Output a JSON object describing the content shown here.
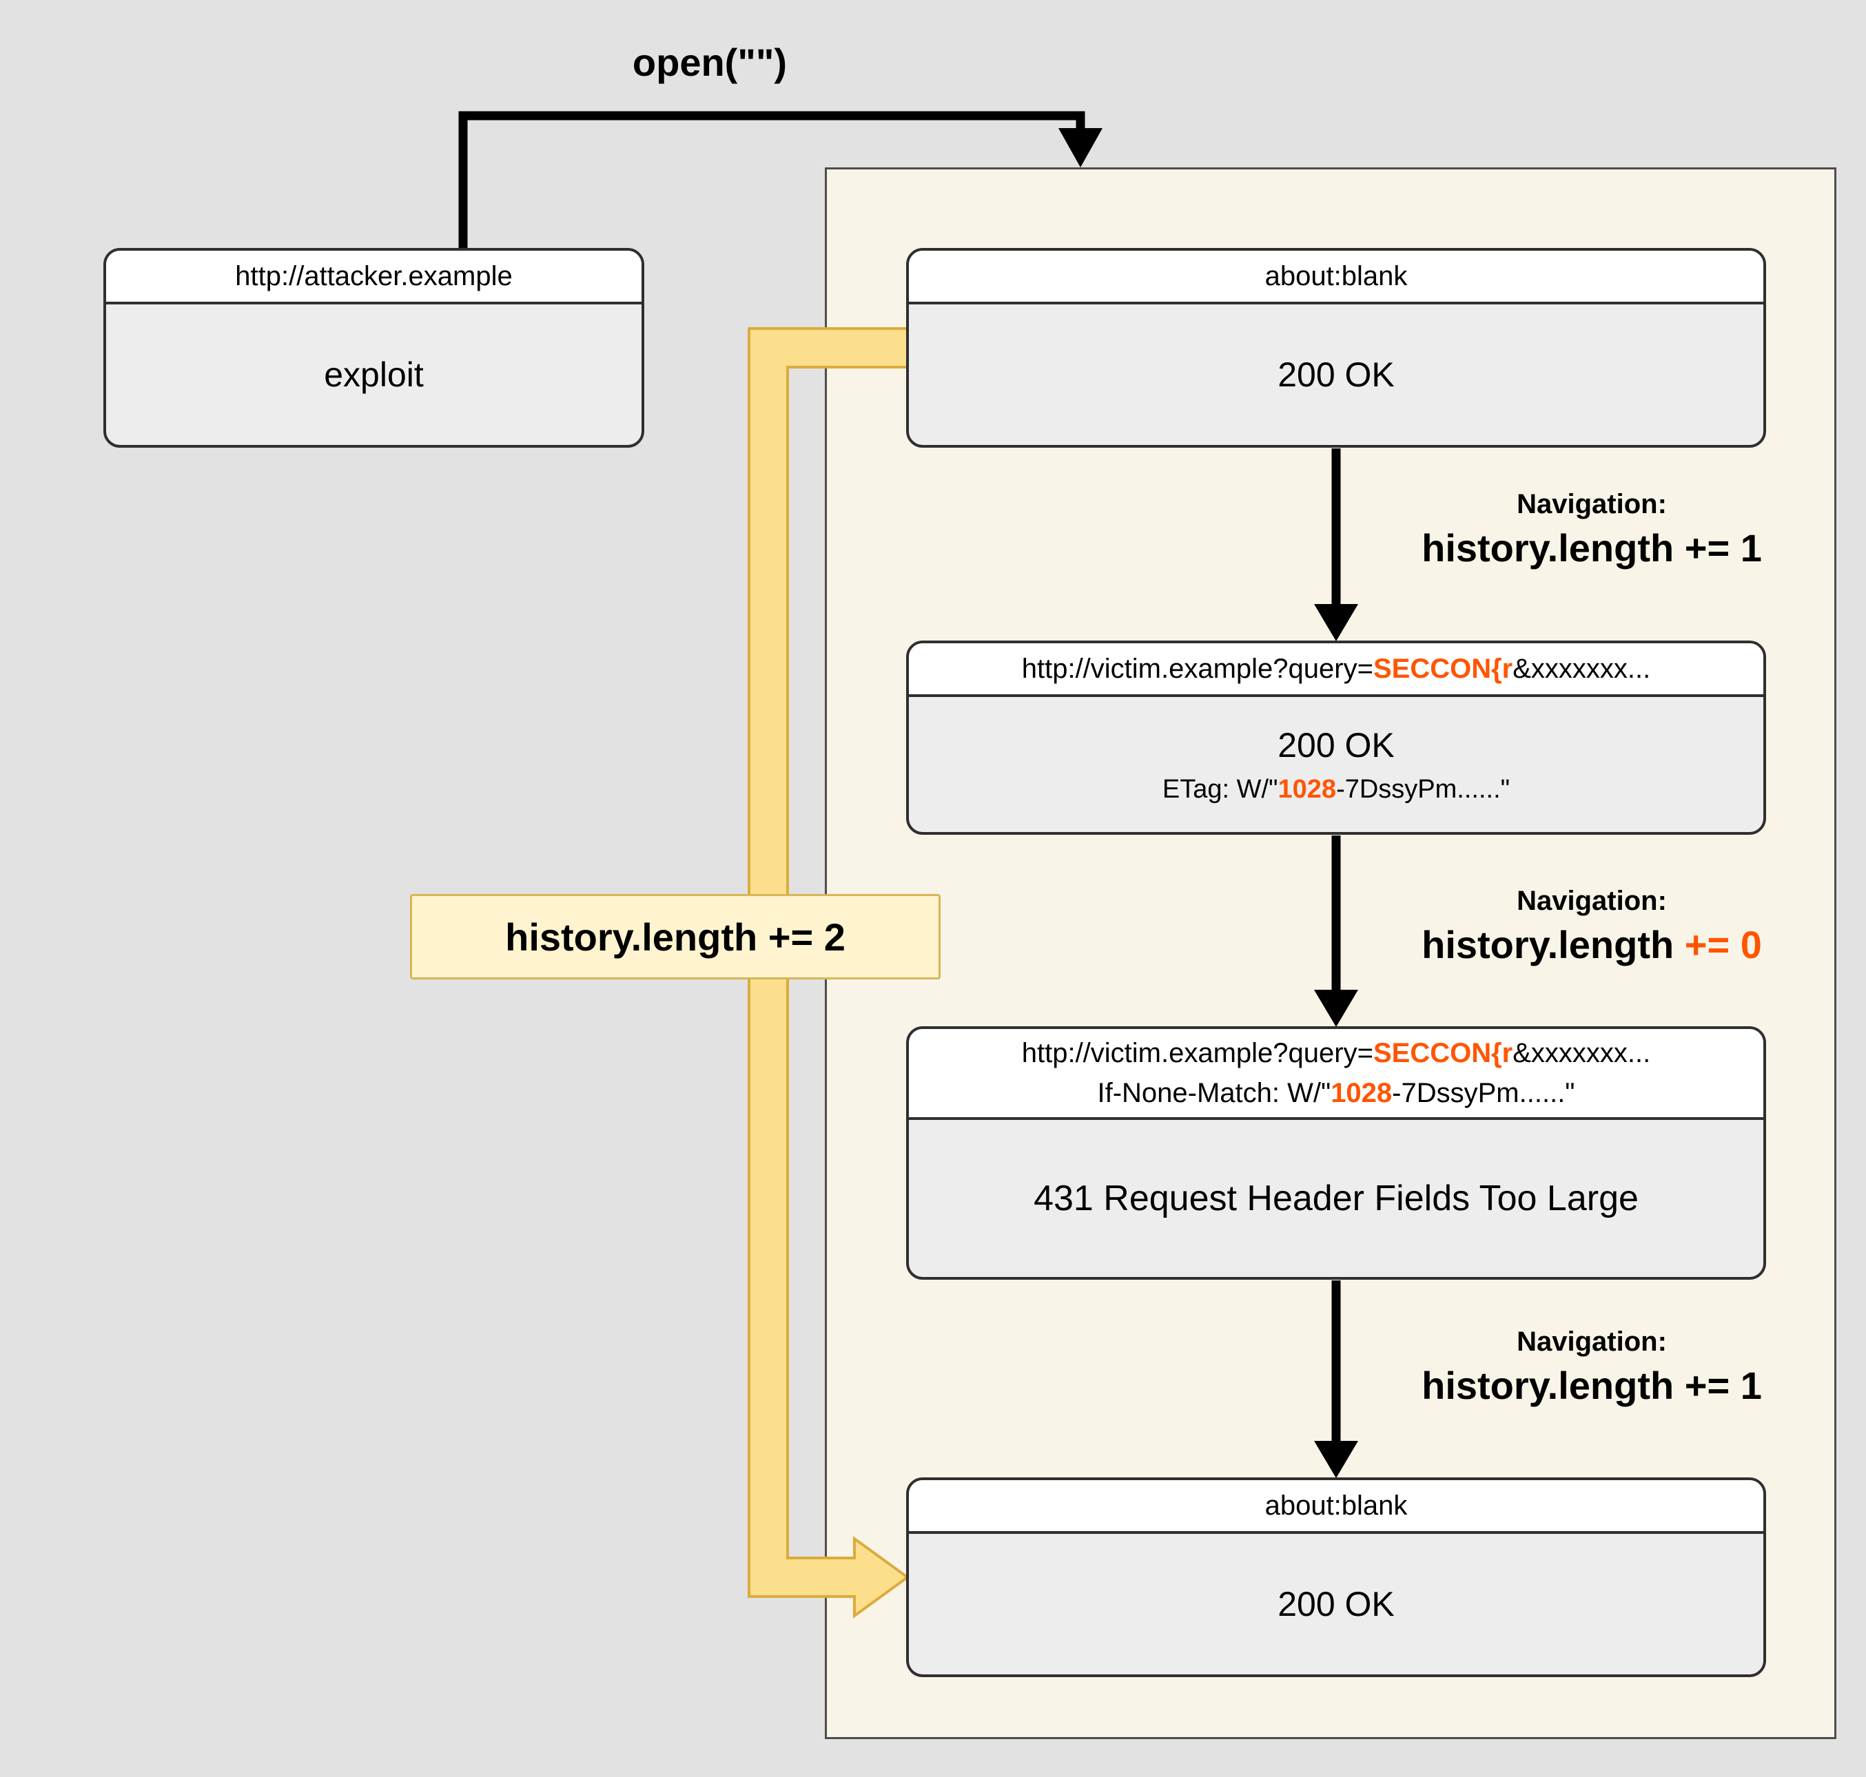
{
  "colors": {
    "page_bg": "#e2e2e2",
    "popup_bg": "#f8f4e7",
    "box_title_bg": "#ffffff",
    "box_body_bg": "#ededed",
    "box_border": "#2f2f2f",
    "accent_orange": "#ff5500",
    "arrow_black": "#000000",
    "yellow_arrow_fill": "#fbdf8d",
    "yellow_arrow_border": "#dcab3c",
    "yellow_label_bg": "#fff4cf",
    "yellow_label_border": "#d6b656"
  },
  "labels": {
    "open_call": "open(\"\")",
    "history_plus_2": "history.length += 2"
  },
  "attacker_frame": {
    "url": "http://attacker.example",
    "body": "exploit"
  },
  "popup": {
    "frame1": {
      "url": "about:blank",
      "status": "200 OK"
    },
    "nav1": {
      "title": "Navigation:",
      "detail": "history.length += 1"
    },
    "frame2": {
      "url_prefix": "http://victim.example?query=",
      "url_flag": "SECCON{r",
      "url_suffix": "&xxxxxxx...",
      "status": "200 OK",
      "etag_prefix": "ETag: W/\"",
      "etag_highlight": "1028",
      "etag_suffix": "-7DssyPm......\""
    },
    "nav2": {
      "title": "Navigation:",
      "detail_prefix": "history.length ",
      "detail_highlight": "+= 0"
    },
    "frame3": {
      "url_prefix": "http://victim.example?query=",
      "url_flag": "SECCON{r",
      "url_suffix": "&xxxxxxx...",
      "ifnonematch_prefix": "If-None-Match: W/\"",
      "ifnonematch_highlight": "1028",
      "ifnonematch_suffix": "-7DssyPm......\"",
      "status": "431 Request Header Fields Too Large"
    },
    "nav3": {
      "title": "Navigation:",
      "detail": "history.length += 1"
    },
    "frame4": {
      "url": "about:blank",
      "status": "200 OK"
    }
  }
}
